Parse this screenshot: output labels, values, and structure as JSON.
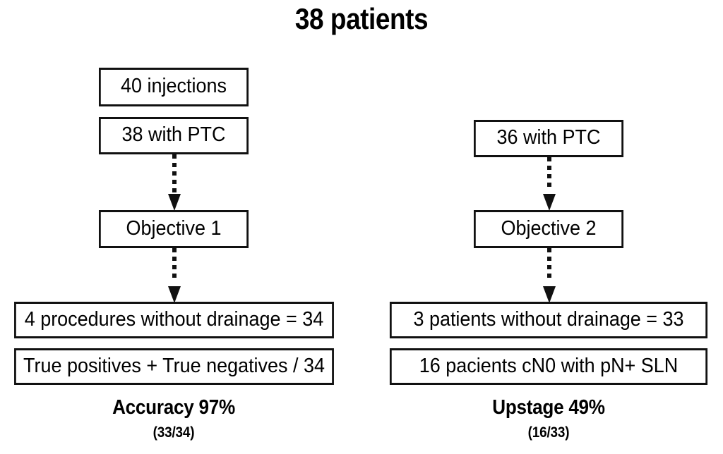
{
  "title": "38 patients",
  "columns": [
    {
      "id": "objective-1",
      "nodes": [
        {
          "name": "injections-count",
          "label": "40 injections"
        },
        {
          "name": "with-ptc-count",
          "label": "38 with PTC"
        },
        {
          "name": "objective",
          "label": "Objective 1"
        },
        {
          "name": "without-drainage",
          "label": "4 procedures without drainage = 34"
        },
        {
          "name": "metric-formula",
          "label": "True positives + True negatives / 34"
        }
      ],
      "result": {
        "headline": "Accuracy 97%",
        "fraction": "(33/34)"
      }
    },
    {
      "id": "objective-2",
      "nodes": [
        {
          "name": "with-ptc-count",
          "label": "36 with PTC"
        },
        {
          "name": "objective",
          "label": "Objective 2"
        },
        {
          "name": "without-drainage",
          "label": "3 patients without drainage = 33"
        },
        {
          "name": "metric-formula",
          "label": "16 pacients cN0 with pN+ SLN"
        }
      ],
      "result": {
        "headline": "Upstage 49%",
        "fraction": "(16/33)"
      }
    }
  ],
  "connectors": [
    {
      "name": "arrow-ptc-to-objective-1"
    },
    {
      "name": "arrow-objective-1-to-drainage"
    },
    {
      "name": "arrow-ptc-to-objective-2"
    },
    {
      "name": "arrow-objective-2-to-drainage"
    }
  ],
  "colors": {
    "ink": "#111111",
    "background": "#ffffff"
  }
}
